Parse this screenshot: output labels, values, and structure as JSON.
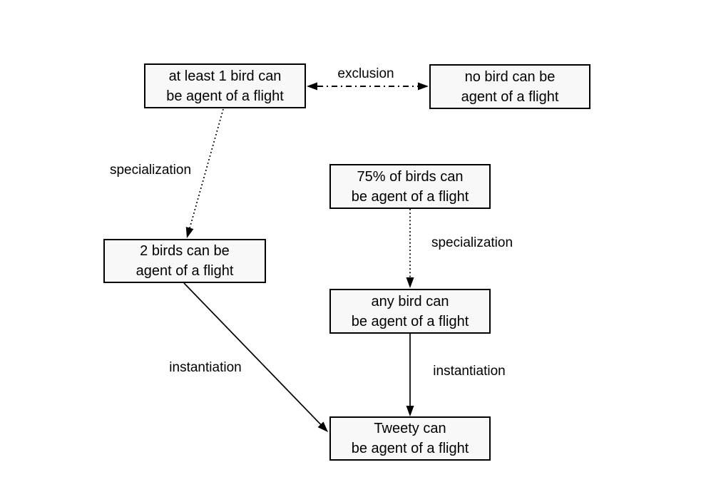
{
  "diagram": {
    "background_color": "#ffffff",
    "line_color": "#000000",
    "node_fill_color": "#f8f8f8",
    "node_border_color": "#000000",
    "nodes": [
      {
        "id": "at-least-1-bird",
        "line1": "at least 1 bird can",
        "line2": "be agent of a flight"
      },
      {
        "id": "no-bird",
        "line1": "no bird can be",
        "line2": "agent of a flight"
      },
      {
        "id": "75-percent",
        "line1": "75% of birds can",
        "line2": "be agent of a flight"
      },
      {
        "id": "2-birds",
        "line1": "2 birds can be",
        "line2": "agent of a flight"
      },
      {
        "id": "any-bird",
        "line1": "any bird can",
        "line2": "be agent of a flight"
      },
      {
        "id": "tweety",
        "line1": "Tweety can",
        "line2": "be agent of a flight"
      }
    ],
    "edges": [
      {
        "id": "exclusion",
        "label": "exclusion",
        "style": "dash-dot",
        "arrows": "both",
        "from": "at-least-1-bird",
        "to": "no-bird"
      },
      {
        "id": "specialization-left",
        "label": "specialization",
        "style": "dotted",
        "arrows": "end",
        "from": "at-least-1-bird",
        "to": "2-birds"
      },
      {
        "id": "specialization-right",
        "label": "specialization",
        "style": "dotted",
        "arrows": "end",
        "from": "75-percent",
        "to": "any-bird"
      },
      {
        "id": "instantiation-left",
        "label": "instantiation",
        "style": "solid",
        "arrows": "end",
        "from": "2-birds",
        "to": "tweety"
      },
      {
        "id": "instantiation-right",
        "label": "instantiation",
        "style": "solid",
        "arrows": "end",
        "from": "any-bird",
        "to": "tweety"
      }
    ]
  }
}
